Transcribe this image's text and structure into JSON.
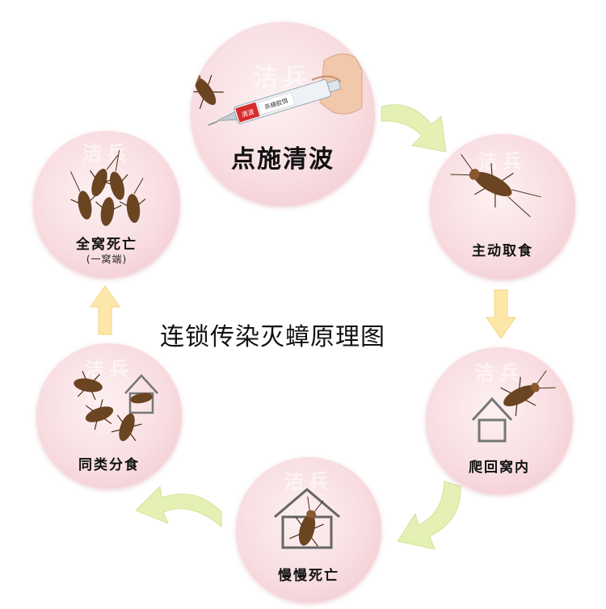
{
  "title": "连锁传染灭蟑原理图",
  "watermark": "洁兵",
  "stages": [
    {
      "label": "点施清波",
      "syringe_labels": [
        "清波",
        "杀蟑胶饵"
      ]
    },
    {
      "label": "主动取食"
    },
    {
      "label": "爬回窝内"
    },
    {
      "label": "慢慢死亡"
    },
    {
      "label": "同类分食"
    },
    {
      "label": "全窝死亡",
      "sublabel": "(一窝端)"
    }
  ],
  "colors": {
    "circle_fill": "#f8dde1",
    "arrow_fill": "#e4f0b4",
    "arrow_fill_yellow": "#fde7a8",
    "syringe_red": "#d82b2b",
    "cockroach": "#6b4422"
  }
}
